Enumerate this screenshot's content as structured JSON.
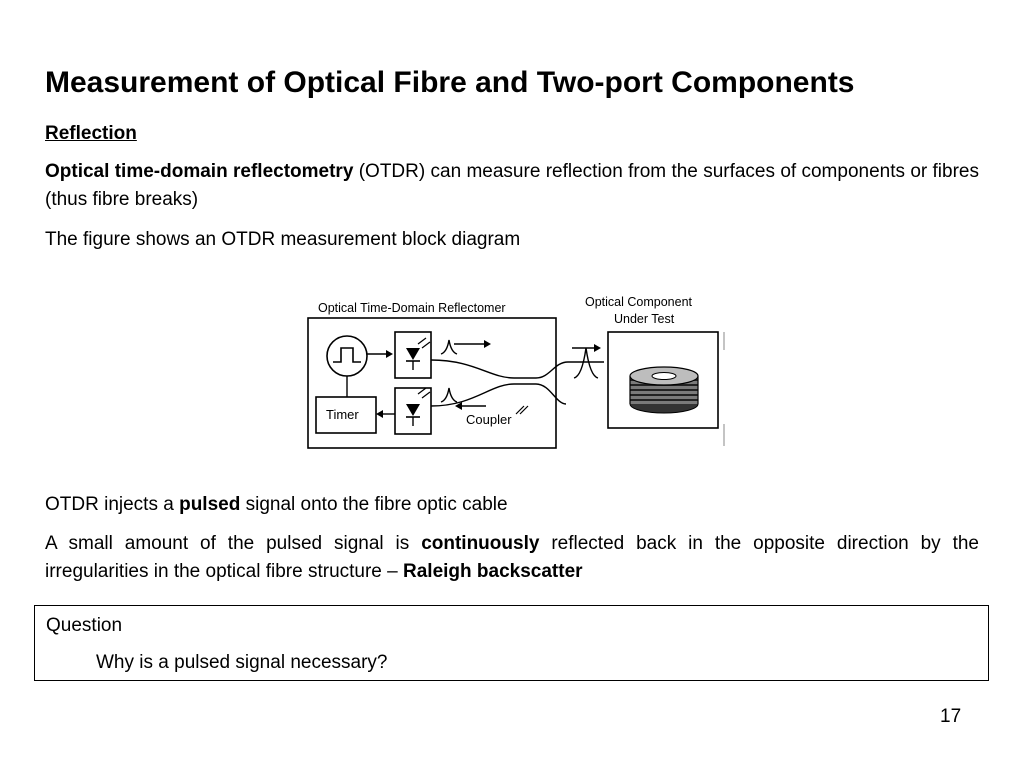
{
  "slide": {
    "title": "Measurement of Optical Fibre and Two-port Components",
    "section_heading": "Reflection",
    "para1": {
      "bold": "Optical time-domain reflectometry",
      "rest": " (OTDR) can measure reflection from the surfaces of components or fibres (thus fibre breaks)"
    },
    "para2": "The figure shows an OTDR measurement block diagram",
    "para3": {
      "pre": "OTDR injects a ",
      "bold": "pulsed",
      "post": " signal onto the fibre optic cable"
    },
    "para4": {
      "pre": "A small amount of the pulsed signal is ",
      "bold1": "continuously",
      "mid": " reflected back in the opposite direction by the irregularities in the optical fibre structure – ",
      "bold2": "Raleigh backscatter"
    },
    "question": {
      "label": "Question",
      "text": "Why is a pulsed signal necessary?"
    },
    "page_number": "17"
  },
  "figure": {
    "reflectometer_label": "Optical Time-Domain Reflectomer",
    "component_label_line1": "Optical Component",
    "component_label_line2": "Under Test",
    "timer_label": "Timer",
    "coupler_label": "Coupler"
  }
}
